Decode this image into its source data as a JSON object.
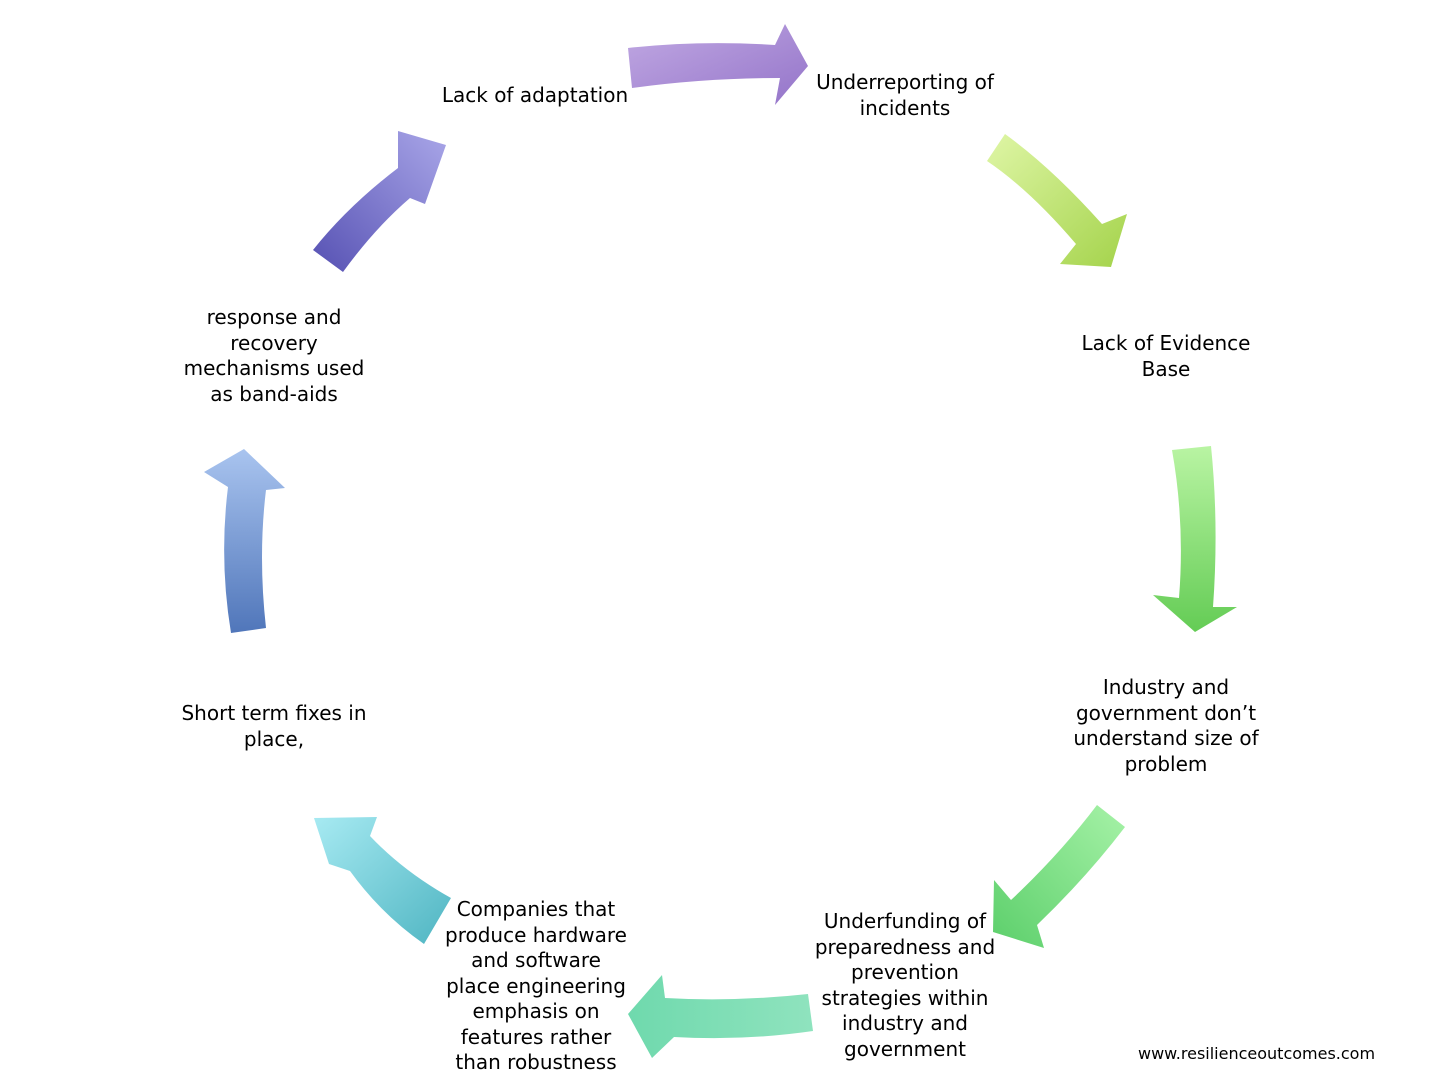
{
  "cycle": {
    "nodes": [
      {
        "id": "underreporting",
        "lines": [
          "Underreporting of",
          "incidents"
        ]
      },
      {
        "id": "lack-of-evidence-base",
        "lines": [
          "Lack of Evidence",
          "Base"
        ]
      },
      {
        "id": "industry-government-understanding",
        "lines": [
          "Industry and",
          "government don’t",
          "understand size of",
          "problem"
        ]
      },
      {
        "id": "underfunding",
        "lines": [
          "Underfunding of",
          "preparedness and",
          "prevention",
          "strategies within",
          "industry and",
          "government"
        ]
      },
      {
        "id": "companies-features",
        "lines": [
          "Companies that",
          "produce hardware",
          "and software",
          "place engineering",
          "emphasis on",
          "features rather",
          "than robustness"
        ]
      },
      {
        "id": "short-term-fixes",
        "lines": [
          "Short term fixes in",
          "place,"
        ]
      },
      {
        "id": "band-aids",
        "lines": [
          "response and",
          "recovery",
          "mechanisms used",
          "as band-aids"
        ]
      },
      {
        "id": "lack-of-adaptation",
        "lines": [
          "Lack of adaptation"
        ]
      }
    ],
    "arrows": [
      {
        "id": "adaptation-to-underreporting",
        "color_start": "#c1a9e3",
        "color_end": "#9474c9"
      },
      {
        "id": "underreporting-to-evidence",
        "color_start": "#dff6a6",
        "color_end": "#a4d34b"
      },
      {
        "id": "evidence-to-understanding",
        "color_start": "#b9f4a3",
        "color_end": "#64cc55"
      },
      {
        "id": "understanding-to-underfunding",
        "color_start": "#a6f2a7",
        "color_end": "#5ccf6b"
      },
      {
        "id": "underfunding-to-companies",
        "color_start": "#8fe3be",
        "color_end": "#6fd9ad"
      },
      {
        "id": "companies-to-short-term",
        "color_start": "#a7eaf2",
        "color_end": "#4fb5c2"
      },
      {
        "id": "short-term-to-band-aids",
        "color_start": "#a9c4ef",
        "color_end": "#5076ba"
      },
      {
        "id": "band-aids-to-adaptation",
        "color_start": "#a9a6e8",
        "color_end": "#5651b3"
      }
    ]
  },
  "footer": {
    "website": "www.resilienceoutcomes.com"
  }
}
